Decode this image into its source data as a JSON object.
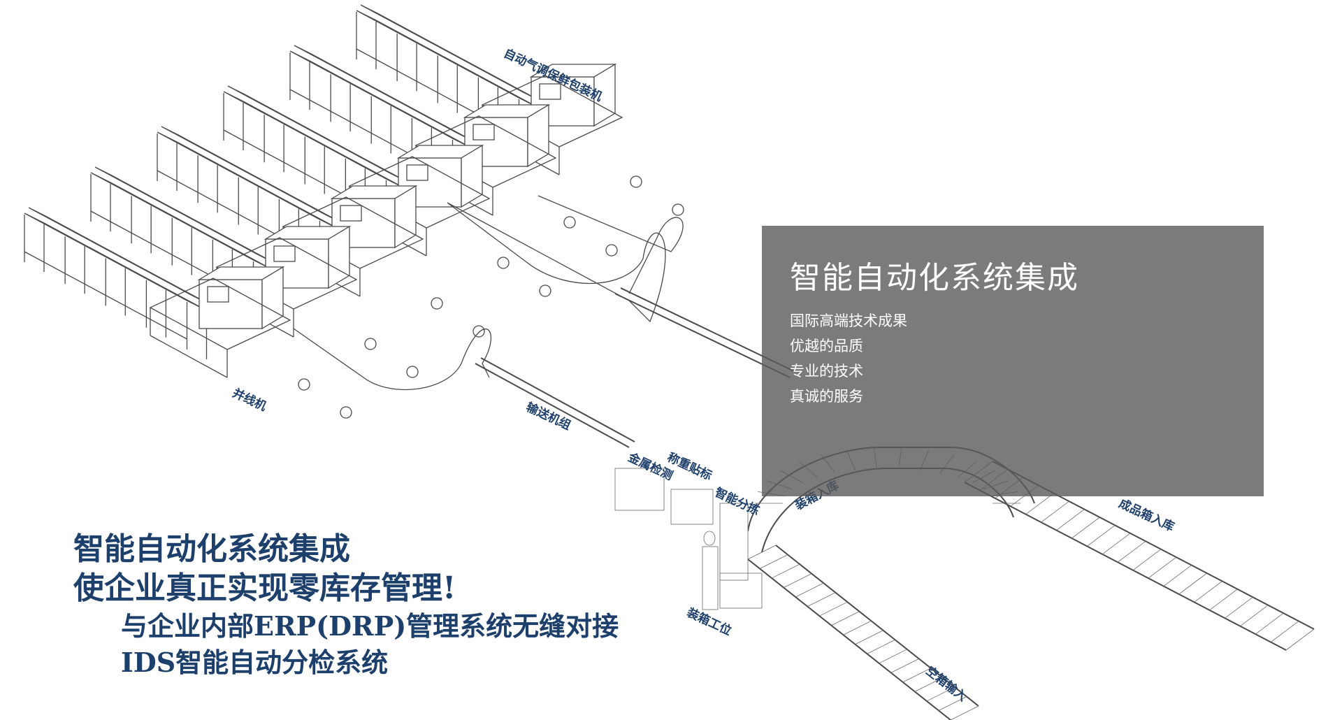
{
  "diagram_labels": {
    "packaging_machine": "自动气调保鲜包装机",
    "merge_machine": "并线机",
    "conveyor_group": "输送机组",
    "metal_detection": "金属检测",
    "weigh_label": "称重贴标",
    "smart_sort": "智能分拣",
    "box_storage": "装箱入库",
    "finished_storage": "成品箱入库",
    "packing_station": "装箱工位",
    "empty_box_input": "空箱输入"
  },
  "panel": {
    "title": "智能自动化系统集成",
    "items": [
      "国际高端技术成果",
      "优越的品质",
      "专业的技术",
      "真诚的服务"
    ]
  },
  "headline": {
    "line1": "智能自动化系统集成",
    "line2": "使企业真正实现零库存管理!",
    "line3": "与企业内部ERP(DRP)管理系统无缝对接",
    "line4": "IDS智能自动分检系统"
  },
  "colors": {
    "label_blue": "#1d3f6b",
    "line_gray": "#4a4a4a",
    "panel_bg": "#5a5a5a"
  }
}
